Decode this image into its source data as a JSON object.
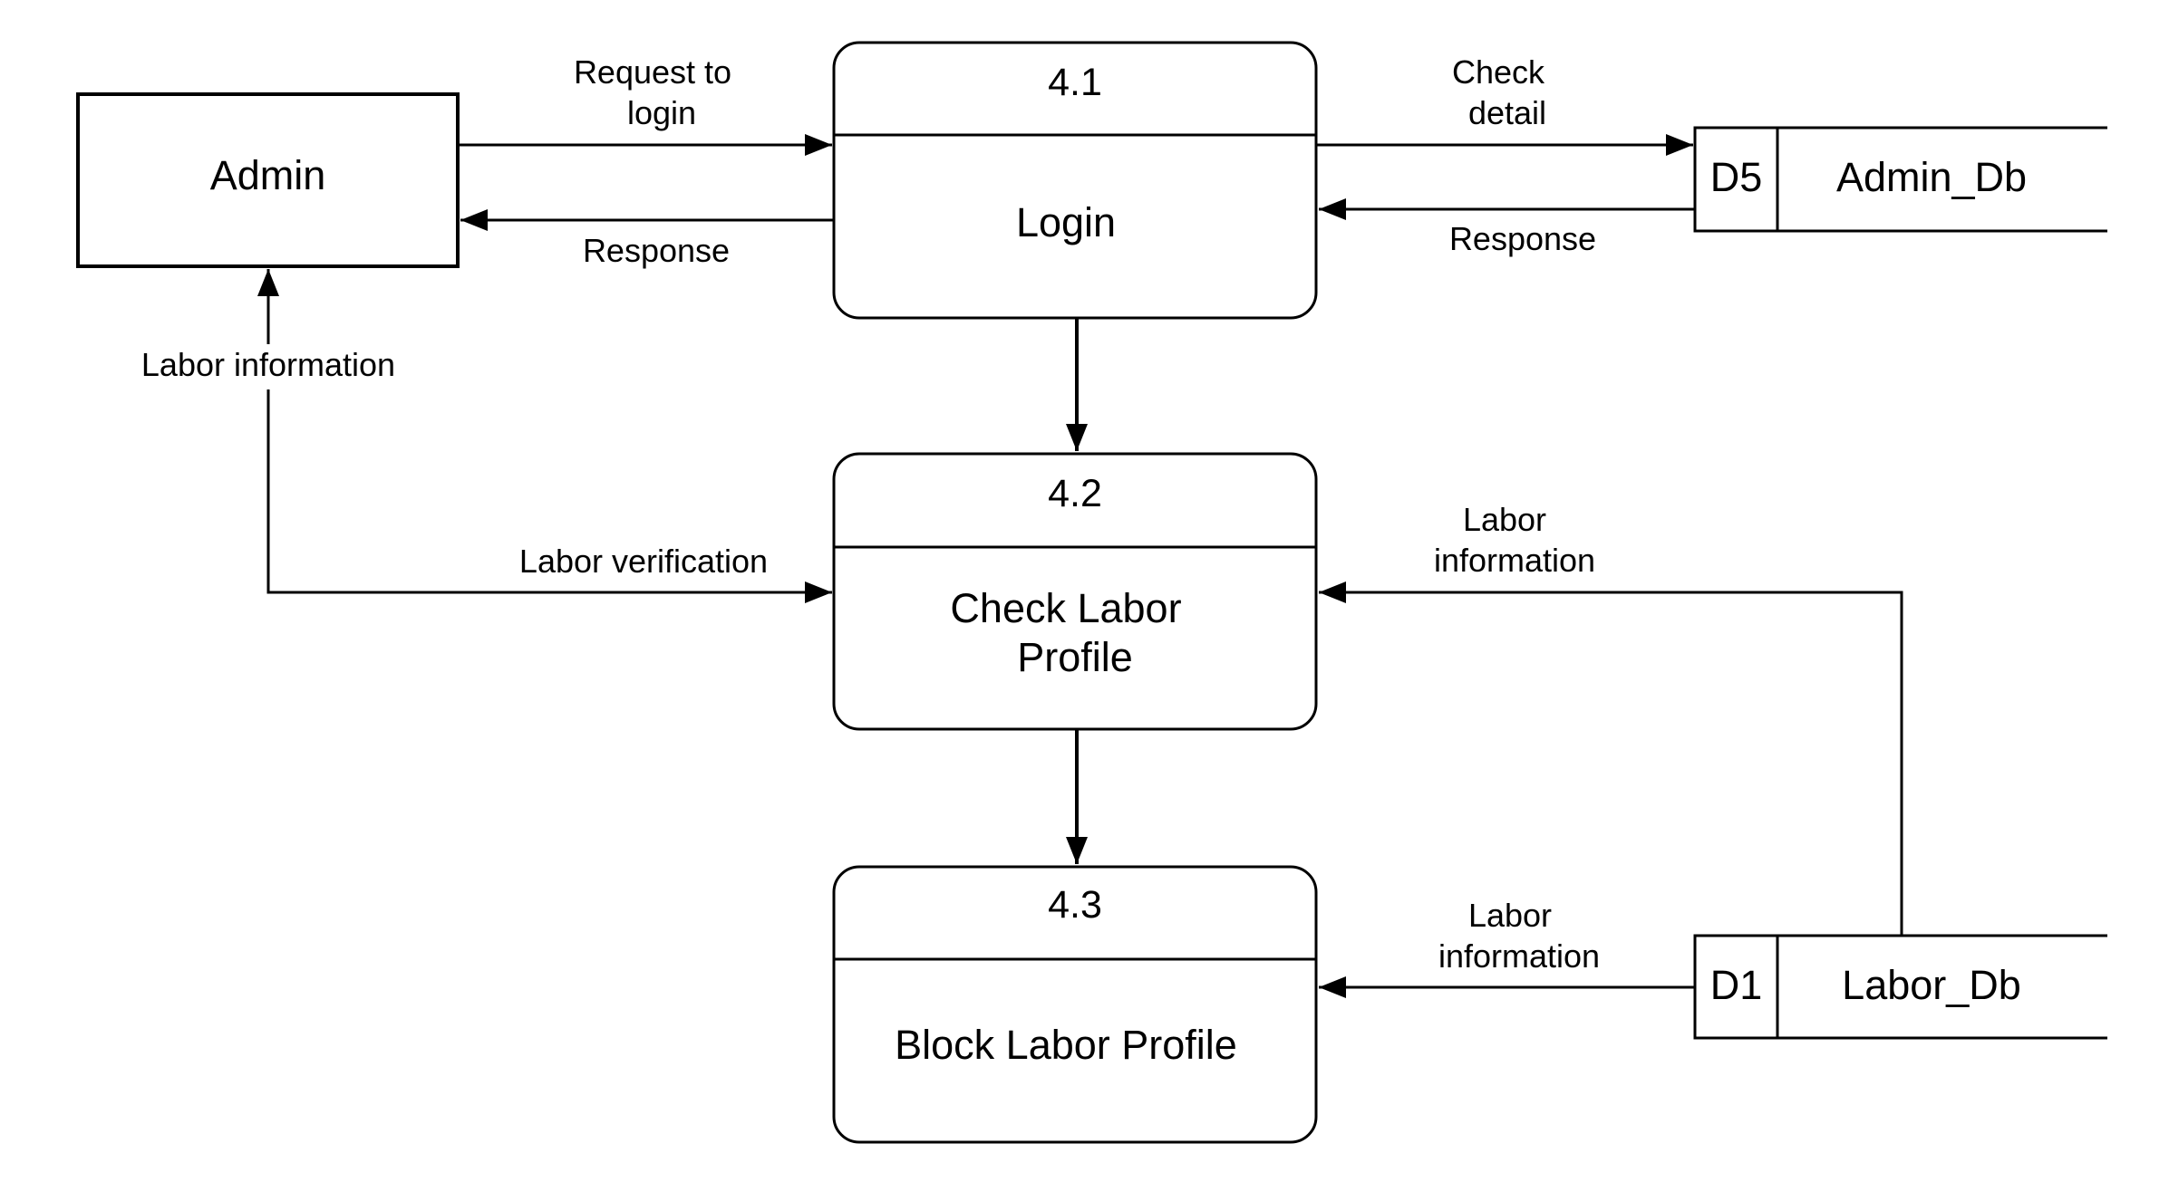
{
  "entities": {
    "admin": {
      "label": "Admin"
    }
  },
  "processes": {
    "login": {
      "number": "4.1",
      "name": "Login"
    },
    "check_labor_profile": {
      "number": "4.2",
      "name_line1": "Check Labor",
      "name_line2": "Profile"
    },
    "block_labor_profile": {
      "number": "4.3",
      "name": "Block Labor Profile"
    }
  },
  "data_stores": {
    "admin_db": {
      "id": "D5",
      "name": "Admin_Db"
    },
    "labor_db": {
      "id": "D1",
      "name": "Labor_Db"
    }
  },
  "flows": {
    "request_to_login": {
      "line1": "Request to",
      "line2": "login"
    },
    "response_to_admin": {
      "label": "Response"
    },
    "check_detail": {
      "line1": "Check",
      "line2": "detail"
    },
    "response_from_admin_db": {
      "label": "Response"
    },
    "labor_information_to_admin": {
      "label": "Labor information"
    },
    "labor_verification": {
      "label": "Labor verification"
    },
    "labor_information_to_check": {
      "line1": "Labor",
      "line2": "information"
    },
    "labor_information_to_block": {
      "line1": "Labor",
      "line2": "information"
    }
  }
}
